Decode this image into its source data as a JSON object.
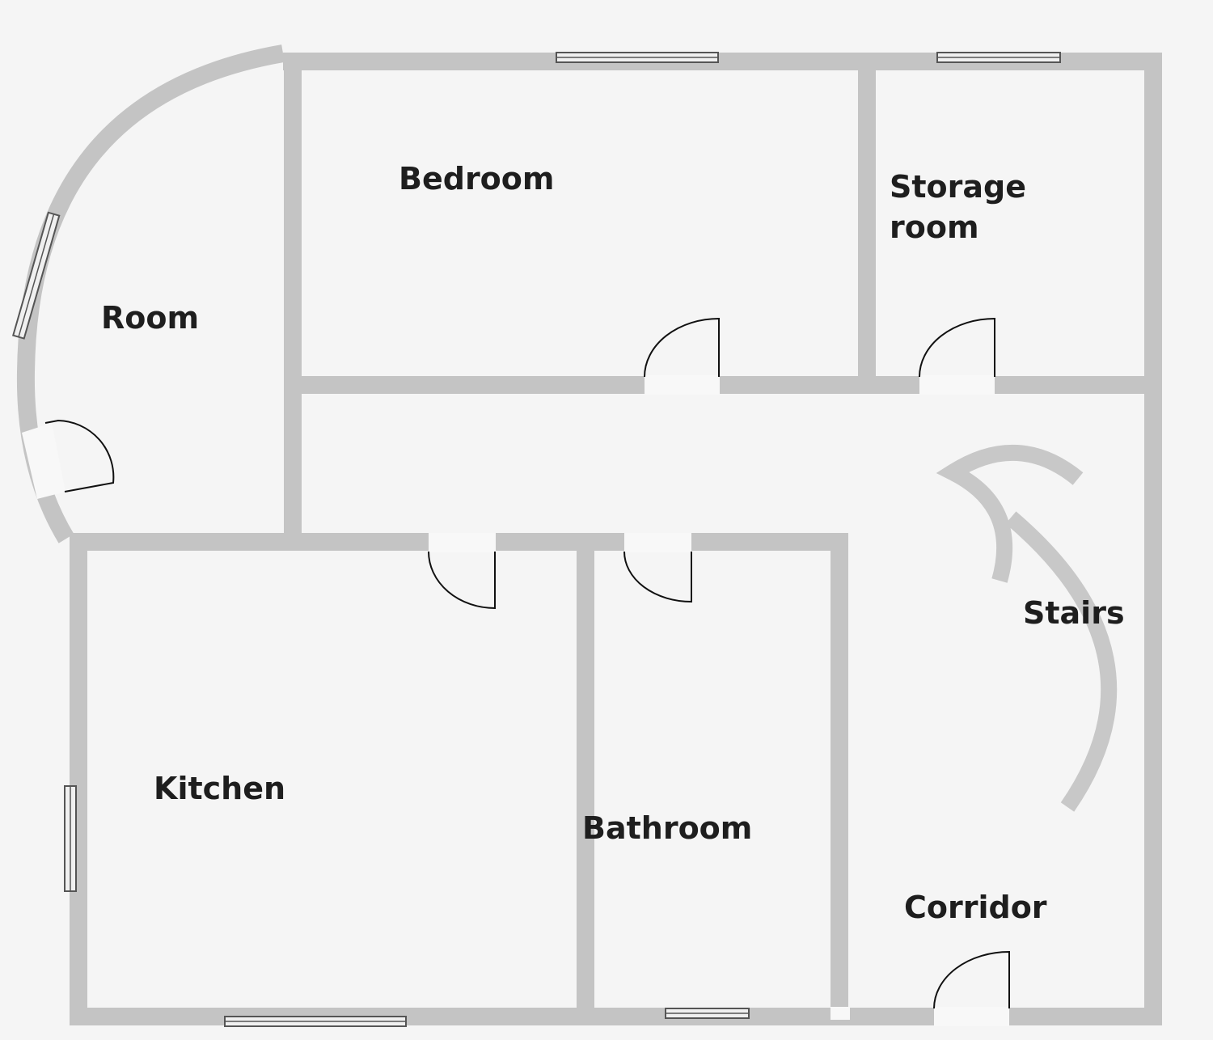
{
  "rooms": {
    "room": "Room",
    "bedroom": "Bedroom",
    "storage_line1": "Storage",
    "storage_line2": "room",
    "kitchen": "Kitchen",
    "bathroom": "Bathroom",
    "stairs": "Stairs",
    "corridor": "Corridor"
  },
  "colors": {
    "background": "#f5f5f5",
    "wall": "#c4c4c4",
    "door": "#111111",
    "label": "#1e1e1e"
  }
}
